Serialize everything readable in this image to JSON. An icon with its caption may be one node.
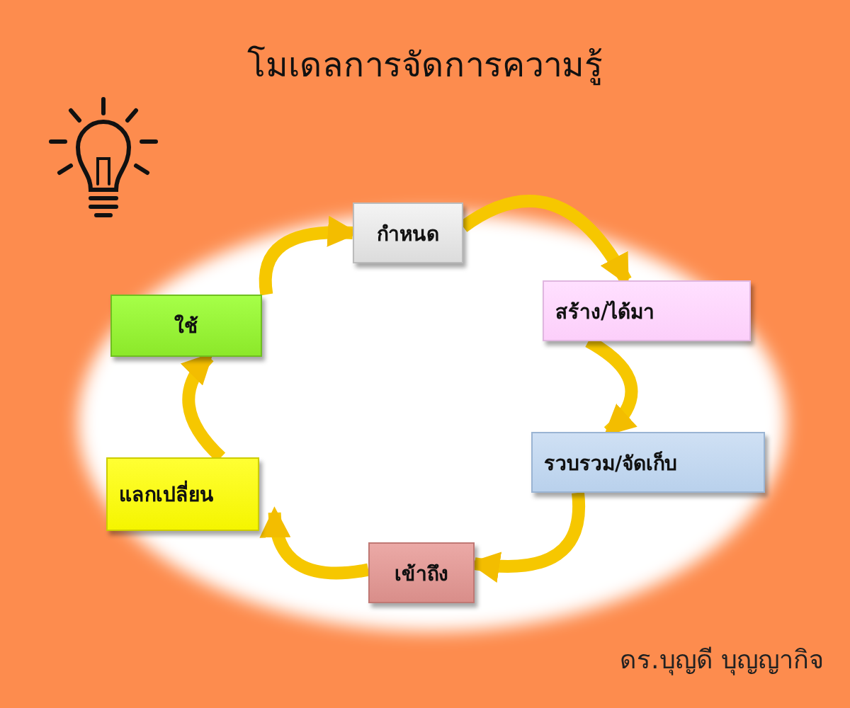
{
  "diagram": {
    "title": "โมเดลการจัดการความรู้",
    "nodes": [
      {
        "text": [
          "กำหนด"
        ]
      },
      {
        "text": [
          "สร้าง/ได้มา"
        ]
      },
      {
        "text": [
          "รวบรวม/จัดเก็บ"
        ]
      },
      {
        "text": [
          "เข้าถึง"
        ]
      },
      {
        "text": [
          "แลกเปลี่ยน"
        ]
      },
      {
        "text": [
          "ใช้"
        ]
      }
    ],
    "edges": [
      {
        "from": 0,
        "to": 1,
        "arrow": "to"
      },
      {
        "from": 1,
        "to": 2,
        "arrow": "to"
      },
      {
        "from": 2,
        "to": 3,
        "arrow": "to"
      },
      {
        "from": 3,
        "to": 4,
        "arrow": "to"
      },
      {
        "from": 4,
        "to": 5,
        "arrow": "to"
      },
      {
        "from": 5,
        "to": 0,
        "arrow": "to"
      }
    ],
    "labels": [
      "ดร.บุญดี บุญญากิจ"
    ]
  }
}
